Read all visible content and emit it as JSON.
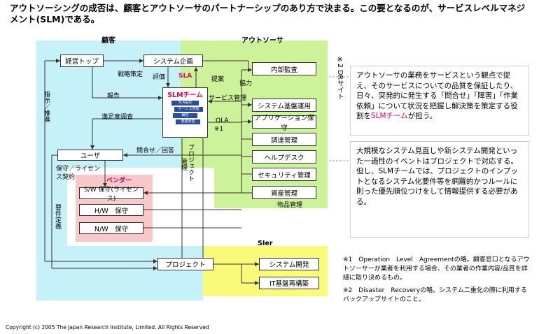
{
  "title": "アウトソーシングの成否は、顧客とアウトソーサのパートナーシップのあり方で決まる。この要となるのが、サービスレベルマネジメント(SLM)である。",
  "regions": {
    "customer": "顧客",
    "outsourcer": "アウトソーサ",
    "vendor": "ベンダー",
    "sier": "SIer",
    "dr_site": "※2 DRサイト"
  },
  "boxes": {
    "top": "経営トップ",
    "plan": "システム企画",
    "slm_team": "SLMチーム",
    "user": "ユーザ",
    "sw": "S/W 保守(ライセンス)",
    "hw": "H/W　保守",
    "nw": "N/W　保守",
    "project": "プロジェクト",
    "audit": "内部監査",
    "sysops": "システム基盤運用",
    "appmaint": "アプリケーション保守",
    "procure": "調達管理",
    "helpdesk": "ヘルプデスク",
    "security": "セキュリティ管理",
    "asset": "資産管理",
    "sysdev": "システム開発",
    "itrebuild": "IT基盤再構築"
  },
  "labels": {
    "strategy": "戦略策定",
    "eval": "評価",
    "sla": "SLA",
    "proposal": "提案",
    "coop": "協力",
    "report": "報告",
    "svc_mgmt": "サービス管理",
    "ola": "OLA",
    "ola_note": "※1",
    "satisfaction": "満足度調査",
    "instruct": "指示／推進",
    "inquiry": "問合せ／回答",
    "mgmt": "管理",
    "project_v": "プロジェクト",
    "maint_license": "保守／ライセンス契約",
    "req_def": "要件定義",
    "goods": "物品管理"
  },
  "slm_inner": [
    "SLA設定",
    "サービス管理",
    "報告",
    "業務改善"
  ],
  "notes": {
    "n1_pre": "アウトソーサの業務をサービスという観点で捉え、そのサービスについての品質を保証したり、日々、突発的に発生する「問合せ」「障害」「作業依頼」について状況を把握し解決策を策定する役割を",
    "n1_red": "SLMチーム",
    "n1_post": "が担う。",
    "n2": "大規模なシステム見直しや新システム開発といった一過性のイベントはプロジェクトで対応する。\n但し、SLMチームでは、プロジェクトのインプットとなるシステム化要件等を網羅的かつルールに則った優先順位つけをして情報提供する必要がある。"
  },
  "footnotes": {
    "f1": "※1　Operation　Level　Agreementの略。顧客窓口となるアウトソーサーが業者を利用する場合、その業者の作業内容/品質を詳細に取り決めるもの。",
    "f2": "※2　Disaster　Recoveryの略。システム二重化の際に利用するバックアップサイトのこと。"
  },
  "copyright": "Copyright (c) 2005 The Japan Research Institute, Limited. All Rights Reserved",
  "colors": {
    "customer_bg": "#c6f1f9",
    "outsourcer_bg": "#ccf29a",
    "vendor_bg": "#f9c9c9",
    "sier_bg": "#f9f97a",
    "accent_red": "#e0005a"
  }
}
